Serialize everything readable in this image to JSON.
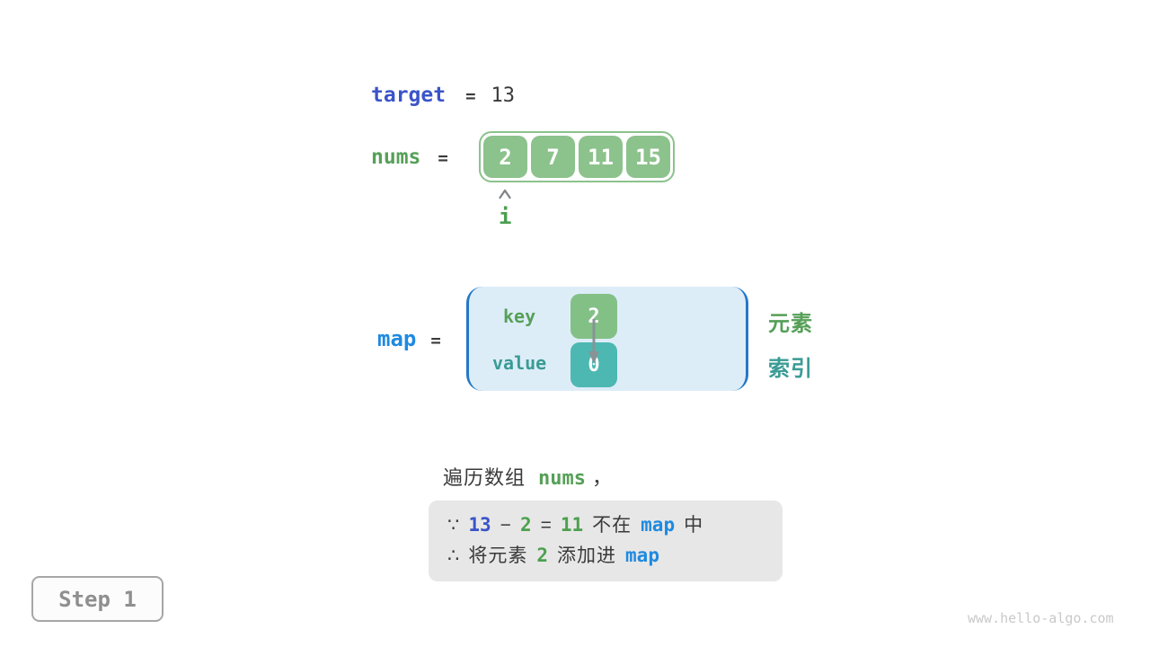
{
  "page": {
    "step_label": "Step 1",
    "watermark": "www.hello-algo.com"
  },
  "colors": {
    "royal_blue": "#3b54c8",
    "bright_blue": "#1f8ae0",
    "green": "#56a058",
    "teal": "#3a9b95",
    "cell_green": "#8cc28c",
    "value_teal": "#4cb8b1",
    "map_bg": "#ddedf8",
    "map_border": "#2478c8",
    "note_bg": "#e7e7e7"
  },
  "target_row": {
    "label": "target",
    "eq": "=",
    "value": "13"
  },
  "nums_row": {
    "label": "nums",
    "eq": "=",
    "cells": [
      "2",
      "7",
      "11",
      "15"
    ],
    "pointer_label": "i"
  },
  "map_row": {
    "label": "map",
    "eq": "=",
    "key_label": "key",
    "key_value": "2",
    "value_label": "value",
    "value_value": "0",
    "annotation_element": "元素",
    "annotation_index": "索引"
  },
  "caption": {
    "prefix": "遍历数组",
    "code": "nums",
    "comma": "，"
  },
  "note": {
    "line1": {
      "s0": "∵",
      "s1": "13",
      "s2": "−",
      "s3": "2",
      "s4": "=",
      "s5": "11",
      "s6": "不在",
      "s7": "map",
      "s8": "中"
    },
    "line2": {
      "t0": "∴",
      "t1": "将元素",
      "t2": "2",
      "t3": "添加进",
      "t4": "map"
    }
  }
}
